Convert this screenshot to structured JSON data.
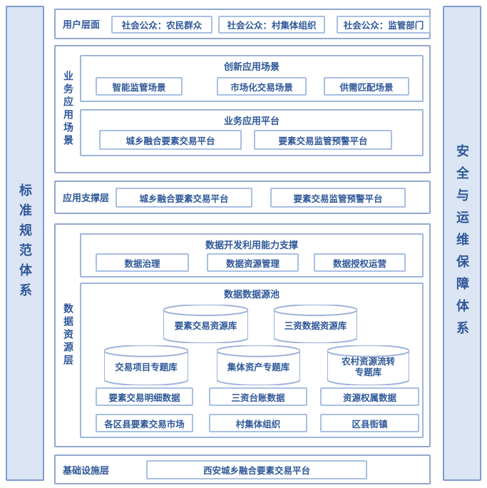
{
  "colors": {
    "accent_text": "#2f5899",
    "bar_fill": "#dce5f4",
    "bar_border": "#7e9bd1",
    "section_border": "#93a7cd",
    "item_border": "#a8bfe2"
  },
  "left_bar": {
    "label": "标准规范体系"
  },
  "right_bar": {
    "label": "安全与运维保障体系"
  },
  "user_layer": {
    "label": "用户层面",
    "items": [
      "社会公众：农民群众",
      "社会公众：村集体组织",
      "社会公众：监管部门"
    ]
  },
  "business_layer": {
    "label": "业务应用场景",
    "innovation": {
      "title": "创新应用场景",
      "items": [
        "智能监管场景",
        "市场化交易场景",
        "供需匹配场景"
      ]
    },
    "platform": {
      "title": "业务应用平台",
      "items": [
        "城乡融合要素交易平台",
        "要素交易监管预警平台"
      ]
    }
  },
  "support_layer": {
    "label": "应用支撑层",
    "items": [
      "城乡融合要素交易平台",
      "要素交易监管预警平台"
    ]
  },
  "data_layer": {
    "label": "数据资源层",
    "capability": {
      "title": "数据开发利用能力支撑",
      "items": [
        "数据治理",
        "数据资源管理",
        "数据授权运营"
      ]
    },
    "pool": {
      "title": "数据数据源池",
      "cylinders_row1": [
        "要素交易资源库",
        "三资数据资源库"
      ],
      "cylinders_row2": [
        "交易项目专题库",
        "集体资产专题库",
        "农村资源流转专题库"
      ],
      "data_rows": [
        [
          "要素交易明细数据",
          "三资台账数据",
          "资源权属数据"
        ],
        [
          "各区县要素交易市场",
          "村集体组织",
          "区县街镇"
        ]
      ]
    }
  },
  "infra_layer": {
    "label": "基础设施层",
    "items": [
      "西安城乡融合要素交易平台"
    ]
  }
}
